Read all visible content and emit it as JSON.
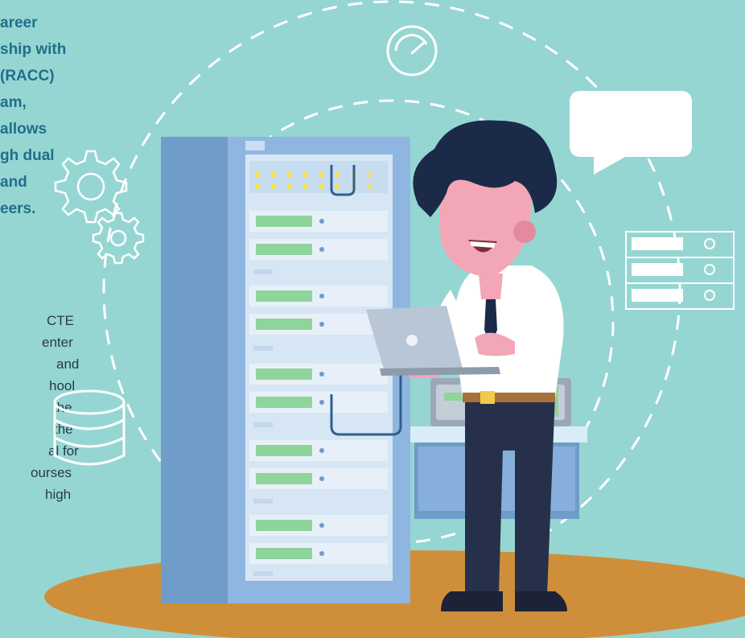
{
  "headline_lines": [
    "areer",
    "ship with",
    "(RACC)",
    "am,",
    "allows",
    "gh dual",
    "and",
    "eers."
  ],
  "body_lines": [
    "CTE",
    "enter",
    "and",
    "hool",
    "the",
    "the",
    "al for",
    "ourses",
    "high"
  ],
  "colors": {
    "background": "#96d6d2",
    "headline": "#1f6f8b",
    "body_text": "#2a3a48",
    "floor": "#cf8f3a",
    "rack": "#8fb6e0",
    "rack_side": "#6f9cc9",
    "server_green": "#8fd49a",
    "skin": "#f3a6b6",
    "hair": "#1c2a4a",
    "trousers": "#27304a",
    "shirt": "#ffffff",
    "laptop": "#b9c6d6"
  },
  "icons": [
    "gear-icon",
    "database-icon",
    "speedometer-icon",
    "chat-bubble-icon",
    "server-stack-icon"
  ]
}
